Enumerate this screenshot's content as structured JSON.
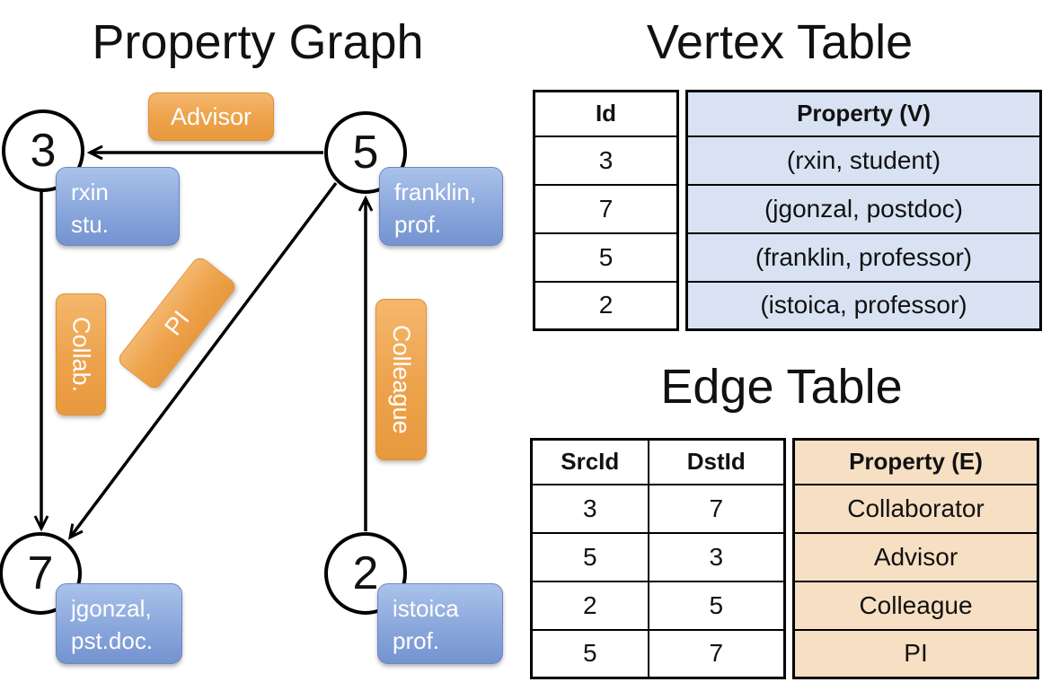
{
  "titles": {
    "property_graph": "Property Graph",
    "vertex_table": "Vertex Table",
    "edge_table": "Edge Table"
  },
  "graph": {
    "nodes": [
      {
        "id": "3",
        "property": "rxin\nstu."
      },
      {
        "id": "5",
        "property": "franklin,\nprof."
      },
      {
        "id": "7",
        "property": "jgonzal,\npst.doc."
      },
      {
        "id": "2",
        "property": "istoica\nprof."
      }
    ],
    "edges": [
      {
        "src": "5",
        "dst": "3",
        "label": "Advisor"
      },
      {
        "src": "3",
        "dst": "7",
        "label": "Collab."
      },
      {
        "src": "5",
        "dst": "7",
        "label": "PI"
      },
      {
        "src": "2",
        "dst": "5",
        "label": "Colleague"
      }
    ]
  },
  "vertex_table": {
    "columns": [
      "Id",
      "Property (V)"
    ],
    "rows": [
      [
        "3",
        "(rxin, student)"
      ],
      [
        "7",
        "(jgonzal, postdoc)"
      ],
      [
        "5",
        "(franklin, professor)"
      ],
      [
        "2",
        "(istoica, professor)"
      ]
    ]
  },
  "edge_table": {
    "columns": [
      "SrcId",
      "DstId",
      "Property (E)"
    ],
    "rows": [
      [
        "3",
        "7",
        "Collaborator"
      ],
      [
        "5",
        "3",
        "Advisor"
      ],
      [
        "2",
        "5",
        "Colleague"
      ],
      [
        "5",
        "7",
        "PI"
      ]
    ]
  },
  "colors": {
    "edge_label_orange": "#EDA24B",
    "vertex_label_blue": "#8AA7DC",
    "vertex_cell_bg": "#D9E2F3",
    "edge_cell_bg": "#F6DFC3",
    "line_black": "#000000"
  }
}
